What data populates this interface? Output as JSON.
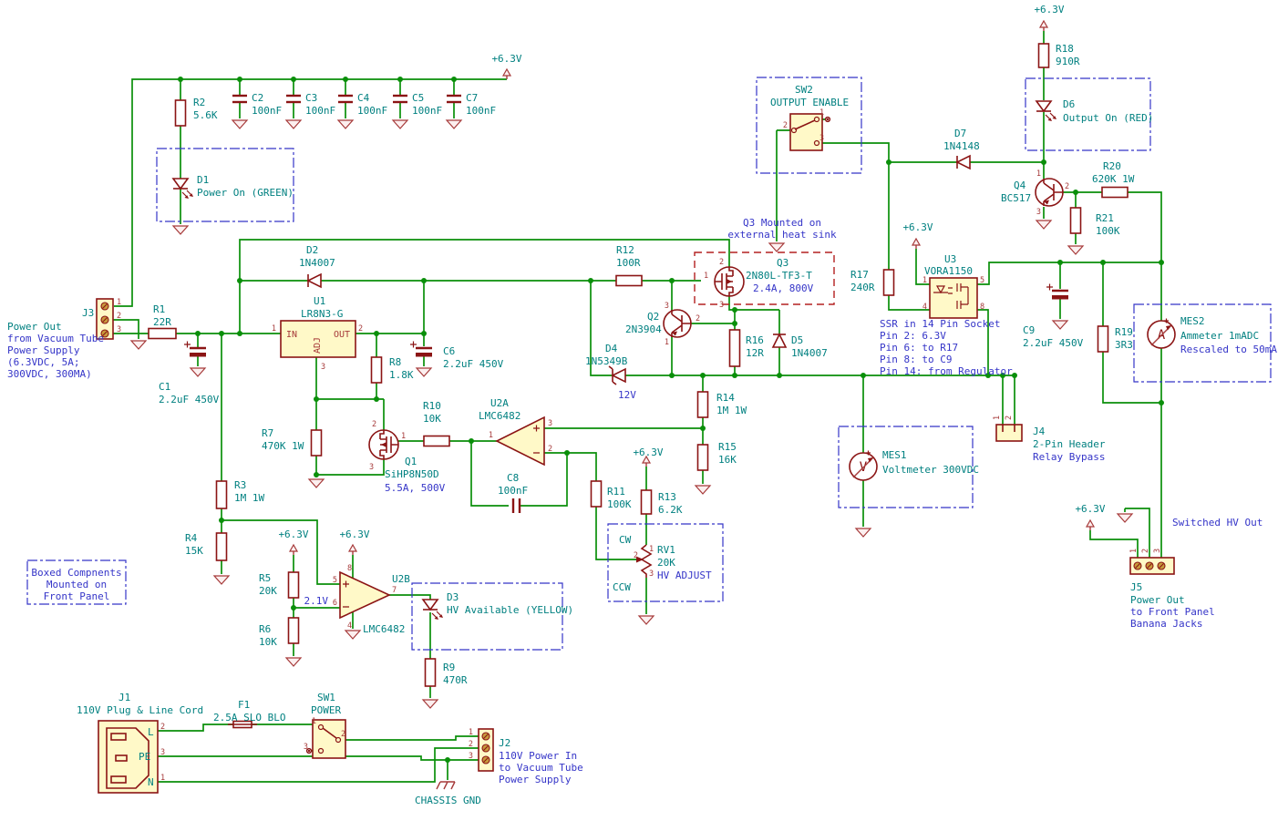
{
  "pins": {
    "p1": "1",
    "p2": "2",
    "p3": "3",
    "p4": "4",
    "p5": "5",
    "p6": "6",
    "p7": "7",
    "p8": "8"
  },
  "power_label": "+6.3V",
  "resistors": {
    "r1": {
      "ref": "R1",
      "value": "22R"
    },
    "r2": {
      "ref": "R2",
      "value": "5.6K"
    },
    "r3": {
      "ref": "R3",
      "value": "1M 1W"
    },
    "r4": {
      "ref": "R4",
      "value": "15K"
    },
    "r5": {
      "ref": "R5",
      "value": "20K"
    },
    "r6": {
      "ref": "R6",
      "value": "10K"
    },
    "r7": {
      "ref": "R7",
      "value": "470K 1W"
    },
    "r8": {
      "ref": "R8",
      "value": "1.8K"
    },
    "r9": {
      "ref": "R9",
      "value": "470R"
    },
    "r10": {
      "ref": "R10",
      "value": "10K"
    },
    "r11": {
      "ref": "R11",
      "value": "100K"
    },
    "r12": {
      "ref": "R12",
      "value": "100R"
    },
    "r13": {
      "ref": "R13",
      "value": "6.2K"
    },
    "r14": {
      "ref": "R14",
      "value": "1M 1W"
    },
    "r15": {
      "ref": "R15",
      "value": "16K"
    },
    "r16": {
      "ref": "R16",
      "value": "12R"
    },
    "r17": {
      "ref": "R17",
      "value": "240R"
    },
    "r18": {
      "ref": "R18",
      "value": "910R"
    },
    "r19": {
      "ref": "R19",
      "value": "3R3"
    },
    "r20": {
      "ref": "R20",
      "value": "620K 1W"
    },
    "r21": {
      "ref": "R21",
      "value": "100K"
    }
  },
  "capacitors": {
    "c1": {
      "ref": "C1",
      "value": "2.2uF 450V"
    },
    "c2": {
      "ref": "C2",
      "value": "100nF"
    },
    "c3": {
      "ref": "C3",
      "value": "100nF"
    },
    "c4": {
      "ref": "C4",
      "value": "100nF"
    },
    "c5": {
      "ref": "C5",
      "value": "100nF"
    },
    "c6": {
      "ref": "C6",
      "value": "2.2uF 450V"
    },
    "c7": {
      "ref": "C7",
      "value": "100nF"
    },
    "c8": {
      "ref": "C8",
      "value": "100nF"
    },
    "c9": {
      "ref": "C9",
      "value": "2.2uF 450V"
    }
  },
  "diodes": {
    "d1": {
      "ref": "D1",
      "value": "Power On (GREEN)"
    },
    "d2": {
      "ref": "D2",
      "value": "1N4007"
    },
    "d3": {
      "ref": "D3",
      "value": "HV Available (YELLOW)"
    },
    "d4": {
      "ref": "D4",
      "value": "1N5349B",
      "extra": "12V"
    },
    "d5": {
      "ref": "D5",
      "value": "1N4007"
    },
    "d6": {
      "ref": "D6",
      "value": "Output On (RED)"
    },
    "d7": {
      "ref": "D7",
      "value": "1N4148"
    }
  },
  "transistors": {
    "q1": {
      "ref": "Q1",
      "value": "SiHP8N50D",
      "extra": "5.5A, 500V"
    },
    "q2": {
      "ref": "Q2",
      "value": "2N3904"
    },
    "q3": {
      "ref": "Q3",
      "value": "2N80L-TF3-T",
      "extra": "2.4A, 800V"
    },
    "q4": {
      "ref": "Q4",
      "value": "BC517"
    }
  },
  "ics": {
    "u1": {
      "ref": "U1",
      "value": "LR8N3-G",
      "pin_in": "IN",
      "pin_out": "OUT",
      "pin_adj": "ADJ"
    },
    "u2a": {
      "ref": "U2A",
      "value": "LMC6482"
    },
    "u2b": {
      "ref": "U2B",
      "value": "LMC6482"
    },
    "u3": {
      "ref": "U3",
      "value": "VORA1150"
    }
  },
  "potentiometer": {
    "ref": "RV1",
    "value": "20K",
    "extra": "HV ADJUST",
    "cw": "CW",
    "ccw": "CCW"
  },
  "switches": {
    "sw1": {
      "ref": "SW1",
      "value": "POWER"
    },
    "sw2": {
      "ref": "SW2",
      "value": "OUTPUT ENABLE"
    }
  },
  "fuse": {
    "ref": "F1",
    "value": "2.5A SLO BLO"
  },
  "connectors": {
    "j1": {
      "ref": "J1",
      "value": "110V Plug & Line Cord",
      "pin_l": "L",
      "pin_pe": "PE",
      "pin_n": "N"
    },
    "j2": {
      "ref": "J2",
      "line1": "110V Power In",
      "line2": "to Vacuum Tube",
      "line3": "Power Supply"
    },
    "j3": {
      "ref": "J3",
      "line1": "Power Out",
      "line2": "from Vacuum Tube",
      "line3": "Power Supply",
      "line4": "(6.3VDC, 5A;",
      "line5": "300VDC, 300MA)"
    },
    "j4": {
      "ref": "J4",
      "value": "2-Pin Header",
      "extra": "Relay Bypass"
    },
    "j5": {
      "ref": "J5",
      "line1": "Power Out",
      "line2": "to Front Panel",
      "line3": "Banana Jacks"
    }
  },
  "meters": {
    "mes1": {
      "ref": "MES1",
      "value": "Voltmeter 300VDC",
      "glyph": "V"
    },
    "mes2": {
      "ref": "MES2",
      "value": "Ammeter 1mADC",
      "extra": "Rescaled to 50mA",
      "glyph": "A"
    }
  },
  "notes": {
    "q3_mount_1": "Q3 Mounted on",
    "q3_mount_2": "external heat sink",
    "ssr_1": "SSR in 14 Pin Socket",
    "ssr_2": "Pin 2: 6.3V",
    "ssr_3": "Pin 6: to R17",
    "ssr_4": "Pin 8: to C9",
    "ssr_5": "Pin 14: from Regulator",
    "boxed_1": "Boxed Compnents",
    "boxed_2": "Mounted on",
    "boxed_3": "Front Panel",
    "switched_hv": "Switched HV Out",
    "chassis_gnd": "CHASSIS GND",
    "node_21v": "2.1V"
  },
  "colors": {
    "wire": "#0a8f0a",
    "component": "#8b1414",
    "reference_text": "#008080",
    "note_text": "#3535c8",
    "pin_number": "#a63a3a",
    "body_fill": "#fff9c8"
  }
}
